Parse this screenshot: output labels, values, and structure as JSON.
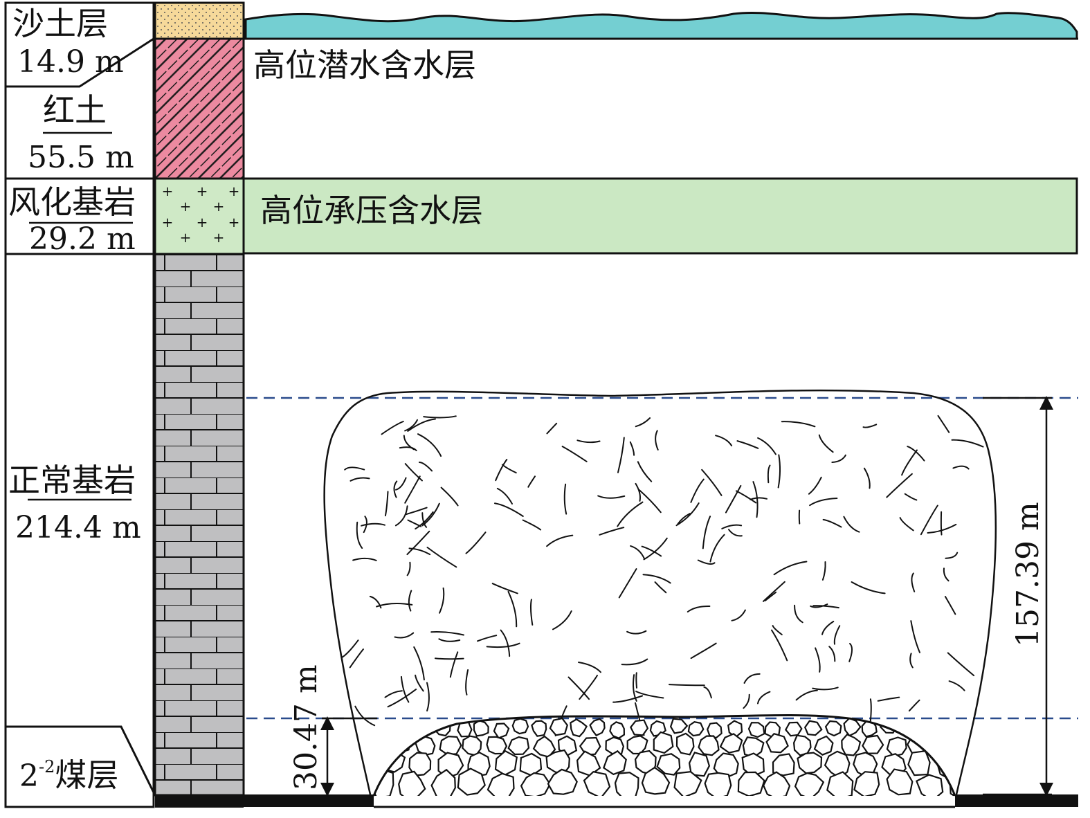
{
  "strata": {
    "sand": {
      "name": "沙土层",
      "thickness": "14.9 m"
    },
    "red_clay": {
      "name": "红土",
      "thickness": "55.5 m"
    },
    "weathered_bedrock": {
      "name": "风化基岩",
      "thickness": "29.2 m"
    },
    "normal_bedrock": {
      "name": "正常基岩",
      "thickness": "214.4 m"
    },
    "coal_seam": {
      "name_sup": "-2",
      "name_pre": "2",
      "name_post": "煤层"
    }
  },
  "aquifers": {
    "phreatic": "高位潜水含水层",
    "confined": "高位承压含水层"
  },
  "zones": {
    "fracture_height": "157.39 m",
    "caving_height": "30.47 m"
  },
  "colors": {
    "sand_fill": "#f6d99a",
    "red_clay_fill": "#ec8aa0",
    "weathered_fill": "#cfe9c6",
    "bedrock_fill": "#bfbfc1",
    "water_fill": "#74cfd2",
    "confined_fill": "#cbe8c3",
    "dashed_line": "#2a4b8c"
  }
}
